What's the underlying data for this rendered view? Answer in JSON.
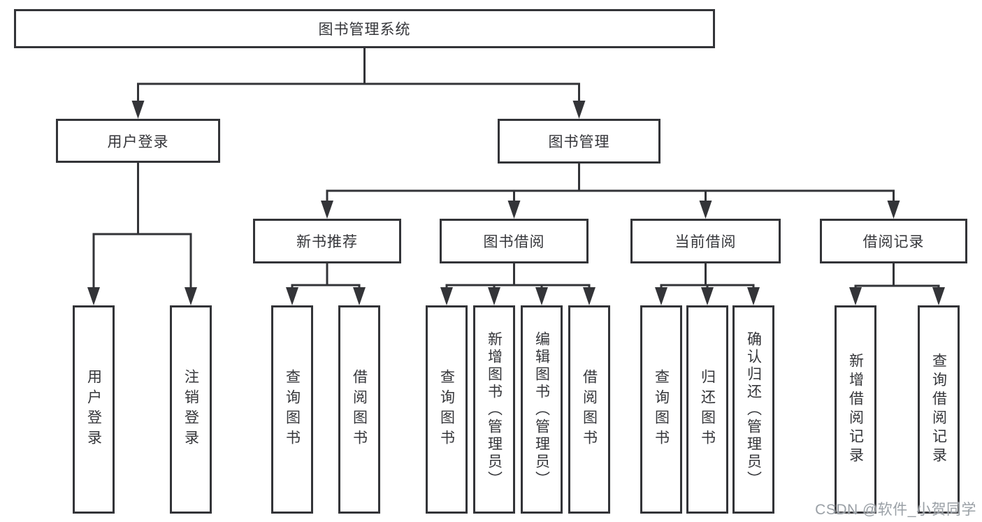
{
  "diagram": {
    "root_label": "图书管理系统",
    "level2": {
      "user_login": "用户登录",
      "book_mgmt": "图书管理"
    },
    "level3": {
      "new_books": "新书推荐",
      "book_borrow": "图书借阅",
      "current_borrow": "当前借阅",
      "borrow_records": "借阅记录"
    },
    "leaves": {
      "login": "用户登录",
      "logout": "注销登录",
      "nb_query": "查询图书",
      "nb_borrow": "借阅图书",
      "bb_query": "查询图书",
      "bb_add": "新增图书（管理员）",
      "bb_edit": "编辑图书（管理员）",
      "bb_borrow": "借阅图书",
      "cb_query": "查询图书",
      "cb_return": "归还图书",
      "cb_confirm": "确认归还（管理员）",
      "br_add": "新增借阅记录",
      "br_query": "查询借阅记录"
    },
    "watermark": "CSDN @软件_小贺同学",
    "colors": {
      "line": "#333438",
      "text": "#35363a",
      "watermark": "#9aa0a6",
      "background": "#ffffff"
    }
  }
}
